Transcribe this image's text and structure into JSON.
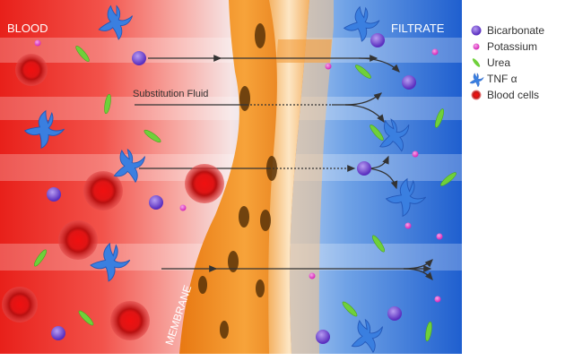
{
  "labels": {
    "blood": "BLOOD",
    "filtrate": "FILTRATE",
    "substitution_fluid": "Substitution Fluid",
    "membrane": "MEMBRANE"
  },
  "legend": [
    {
      "icon": "bicarbonate-icon",
      "label": "Bicarbonate",
      "color": "#6a3fc8"
    },
    {
      "icon": "potassium-icon",
      "label": "Potassium",
      "color": "#e040c8"
    },
    {
      "icon": "urea-icon",
      "label": "Urea",
      "color": "#6ccf3a"
    },
    {
      "icon": "tnf-alpha-icon",
      "label": "TNF α",
      "color": "#2f7ee0"
    },
    {
      "icon": "blood-cell-icon",
      "label": "Blood cells",
      "color": "#d42020"
    }
  ],
  "colors": {
    "blood_red": "#e8261e",
    "filtrate_blue": "#2f6fd6",
    "membrane_orange": "#f08a1c",
    "arrow": "#333333"
  }
}
